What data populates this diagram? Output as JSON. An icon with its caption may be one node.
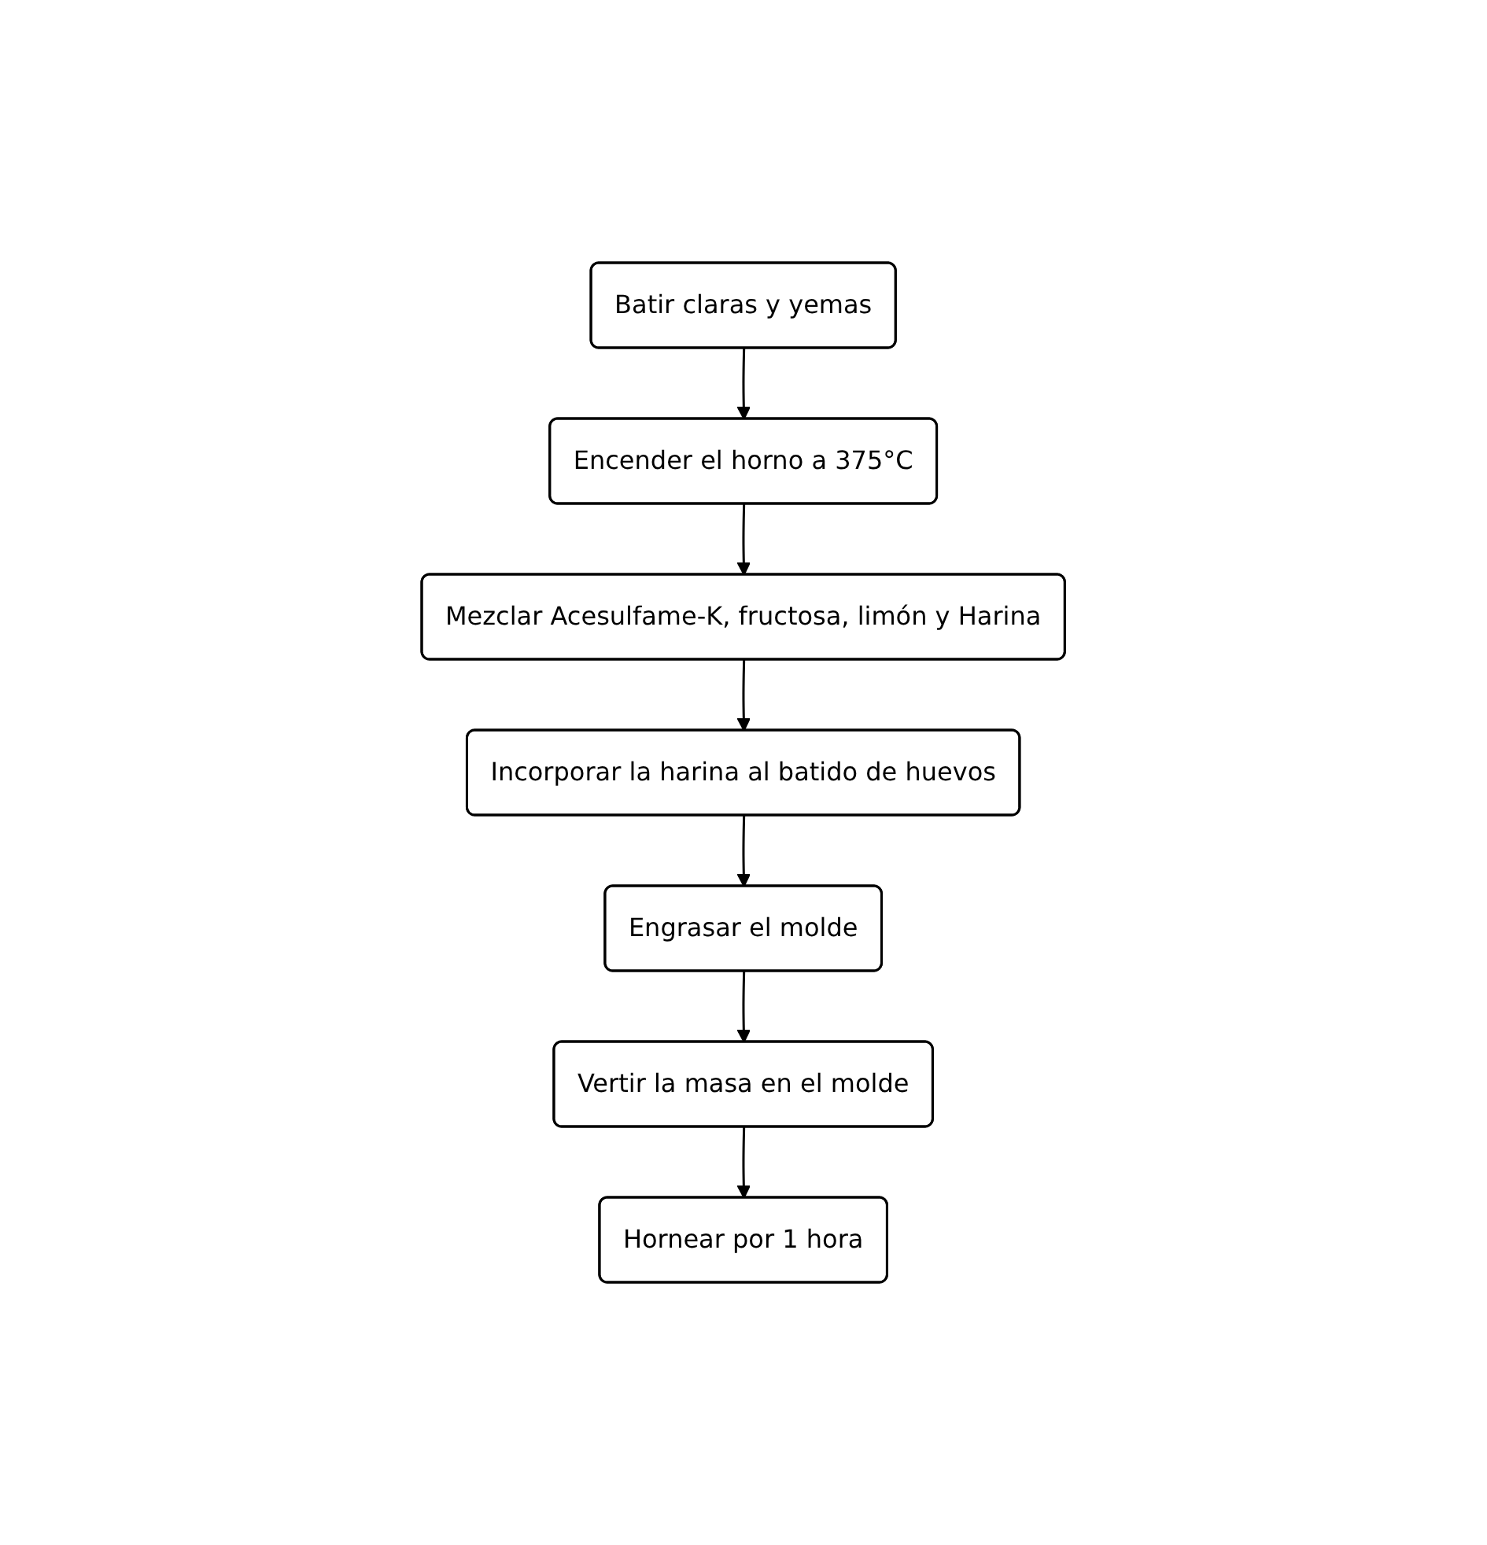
{
  "diagram": {
    "nodes": [
      {
        "text": [
          "Batir claras y yemas"
        ]
      },
      {
        "text": [
          "Encender el horno a 375°C"
        ]
      },
      {
        "text": [
          "Mezclar Acesulfame-K, fructosa, limón y Harina"
        ]
      },
      {
        "text": [
          "Incorporar la harina al batido de huevos"
        ]
      },
      {
        "text": [
          "Engrasar el molde"
        ]
      },
      {
        "text": [
          "Vertir la masa en el molde"
        ]
      },
      {
        "text": [
          "Hornear por 1 hora"
        ]
      }
    ],
    "edges": [
      {
        "from": 0,
        "to": 1,
        "arrow": "to"
      },
      {
        "from": 1,
        "to": 2,
        "arrow": "to"
      },
      {
        "from": 2,
        "to": 3,
        "arrow": "to"
      },
      {
        "from": 3,
        "to": 4,
        "arrow": "to"
      },
      {
        "from": 4,
        "to": 5,
        "arrow": "to"
      },
      {
        "from": 5,
        "to": 6,
        "arrow": "to"
      }
    ]
  }
}
